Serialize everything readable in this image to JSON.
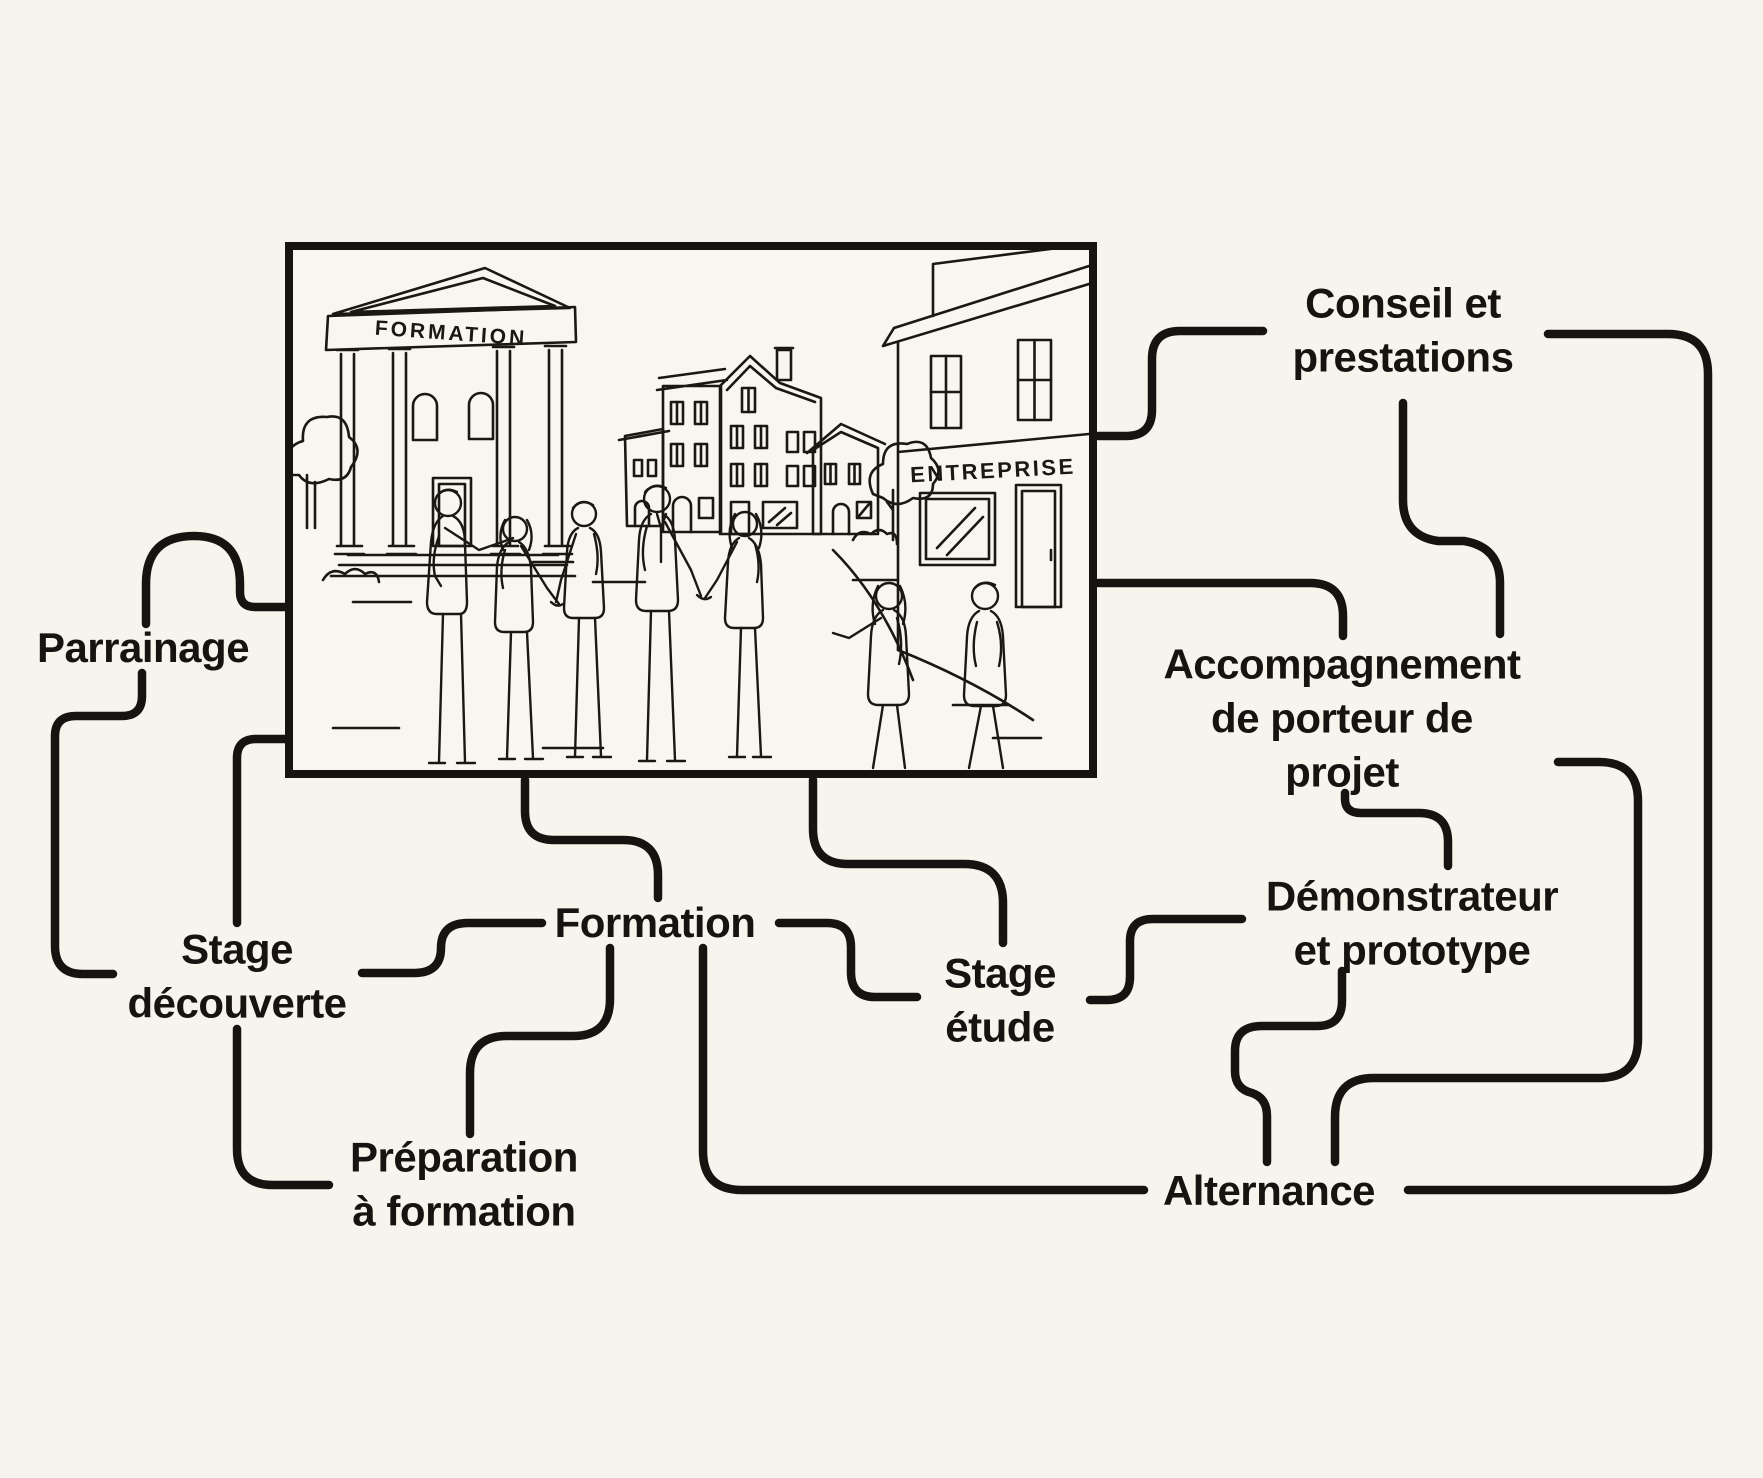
{
  "canvas": {
    "background": "#f7f4ee",
    "ink": "#171310"
  },
  "illustration": {
    "description": "line-art town scene with training building, houses, company building and people shaking hands",
    "formation_sign": "FORMATION",
    "entreprise_sign": "ENTREPRISE"
  },
  "nodes": {
    "parrainage": {
      "label": "Parrainage"
    },
    "stage_decouverte": {
      "lines": [
        "Stage",
        "découverte"
      ]
    },
    "preparation_a_formation": {
      "lines": [
        "Préparation",
        "à formation"
      ]
    },
    "formation": {
      "label": "Formation"
    },
    "stage_etude": {
      "lines": [
        "Stage",
        "étude"
      ]
    },
    "alternance": {
      "label": "Alternance"
    },
    "demonstrateur_et_prototype": {
      "lines": [
        "Démonstrateur",
        "et prototype"
      ]
    },
    "accompagnement_porteur_projet": {
      "lines": [
        "Accompagnement",
        "de porteur de",
        "projet"
      ]
    },
    "conseil_et_prestations": {
      "lines": [
        "Conseil et",
        "prestations"
      ]
    }
  },
  "edges": [
    {
      "from": "illustration",
      "to": "parrainage"
    },
    {
      "from": "parrainage",
      "to": "stage_decouverte"
    },
    {
      "from": "illustration",
      "to": "stage_decouverte"
    },
    {
      "from": "stage_decouverte",
      "to": "preparation_a_formation"
    },
    {
      "from": "stage_decouverte",
      "to": "formation"
    },
    {
      "from": "illustration",
      "to": "formation"
    },
    {
      "from": "formation",
      "to": "preparation_a_formation"
    },
    {
      "from": "formation",
      "to": "alternance"
    },
    {
      "from": "illustration",
      "to": "stage_etude"
    },
    {
      "from": "formation",
      "to": "stage_etude"
    },
    {
      "from": "stage_etude",
      "to": "demonstrateur_et_prototype"
    },
    {
      "from": "illustration",
      "to": "conseil_et_prestations"
    },
    {
      "from": "conseil_et_prestations",
      "to": "alternance"
    },
    {
      "from": "conseil_et_prestations",
      "to": "accompagnement_porteur_projet"
    },
    {
      "from": "illustration",
      "to": "accompagnement_porteur_projet"
    },
    {
      "from": "accompagnement_porteur_projet",
      "to": "alternance"
    },
    {
      "from": "accompagnement_porteur_projet",
      "to": "demonstrateur_et_prototype"
    },
    {
      "from": "demonstrateur_et_prototype",
      "to": "alternance"
    }
  ]
}
